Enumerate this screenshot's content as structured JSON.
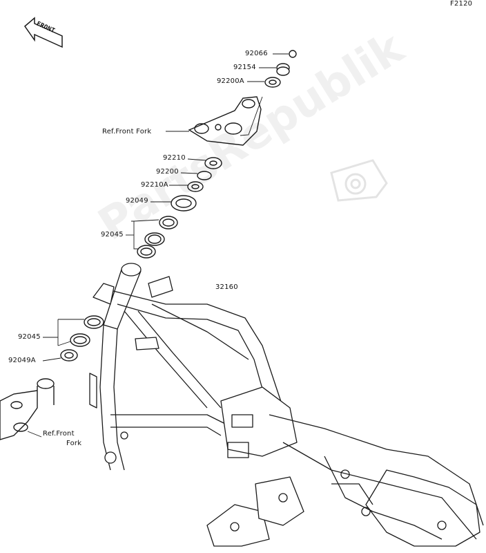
{
  "diagram": {
    "figure_id": "F2120",
    "front_arrow_label": "FRONT",
    "watermark": "PartsRepublik",
    "ref_front_fork_upper": "Ref.Front Fork",
    "ref_front_fork_lower_1": "Ref.Front",
    "ref_front_fork_lower_2": "Fork",
    "parts": {
      "p92066": "92066",
      "p92154": "92154",
      "p92200A": "92200A",
      "p92210": "92210",
      "p92200": "92200",
      "p92210A": "92210A",
      "p92049": "92049",
      "p92045_upper": "92045",
      "p32160": "32160",
      "p92045_lower": "92045",
      "p92049A": "92049A"
    }
  },
  "colors": {
    "line": "#1a1a1a",
    "watermark": "#e6e6e6",
    "background": "#ffffff"
  }
}
